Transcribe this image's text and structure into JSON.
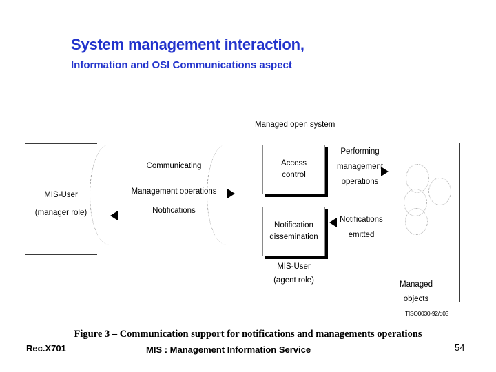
{
  "slide": {
    "title": "System management interaction,",
    "subtitle": "Information and  OSI Communications aspect",
    "title_color": "#2233cc"
  },
  "figure": {
    "caption": "Figure 3 – Communication support for notifications and managements operations",
    "itu_code": "TISO0030-92/d03",
    "managed_open_system_label": "Managed open system",
    "left_actor": {
      "line1": "MIS-User",
      "line2": "(manager role)"
    },
    "channel": {
      "line1": "Communicating",
      "line2": "Management operations",
      "line3": "Notifications"
    },
    "boxes": [
      {
        "line1": "Access",
        "line2": "control"
      },
      {
        "line1": "Notification",
        "line2": "dissemination"
      }
    ],
    "agent_actor": {
      "line1": "MIS-User",
      "line2": "(agent role)"
    },
    "right_flows": [
      {
        "line1": "Performing",
        "line2": "management",
        "line3": "operations"
      },
      {
        "line1": "Notifications",
        "line2": "emitted",
        "line3": ""
      }
    ],
    "managed_objects": {
      "line1": "Managed",
      "line2": "objects"
    }
  },
  "footer": {
    "left": "Rec.X701",
    "center": "MIS : Management Information Service",
    "page": "54"
  }
}
